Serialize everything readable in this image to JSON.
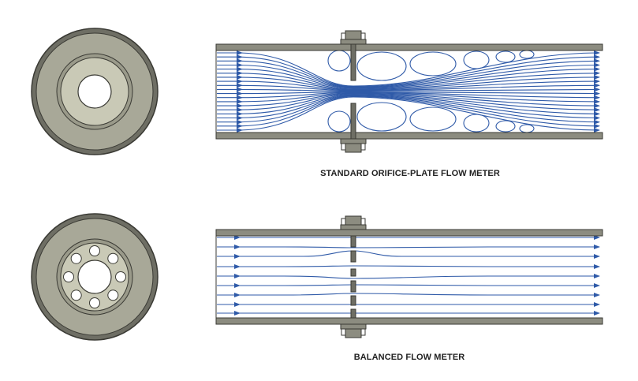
{
  "diagrams": [
    {
      "id": "standard",
      "caption": "STANDARD ORIFICE-PLATE FLOW METER",
      "plate_holes": "single central orifice"
    },
    {
      "id": "balanced",
      "caption": "BALANCED FLOW METER",
      "plate_holes": "central hole with ring of small holes"
    }
  ],
  "colors": {
    "pipe_wall": "#8c8c80",
    "pipe_outline": "#3a3a34",
    "disc_outer": "#6e6e64",
    "disc_ring": "#a8a898",
    "disc_inner": "#c9c9b6",
    "flow_line": "#2f5aa8",
    "caption_text": "#222222"
  }
}
